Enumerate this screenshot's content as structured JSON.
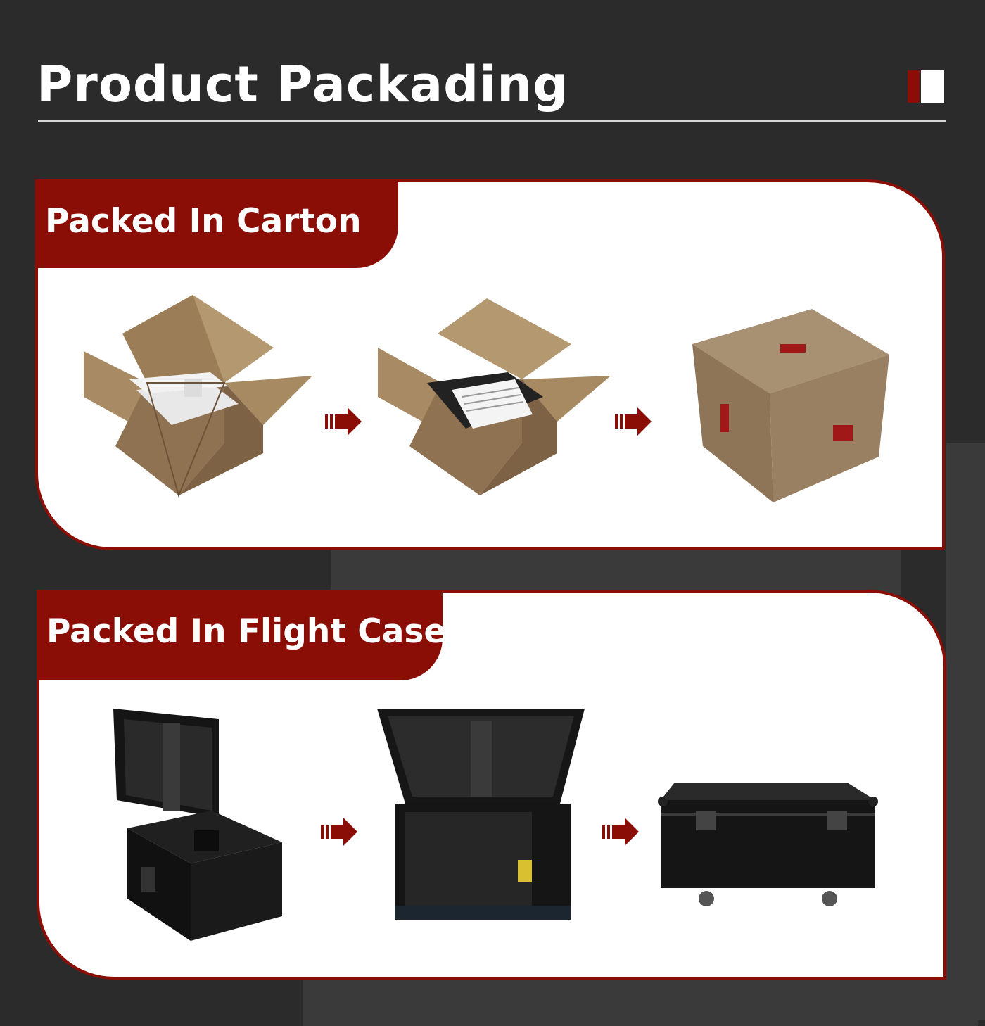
{
  "page": {
    "title": "Product Packading"
  },
  "colors": {
    "background": "#2b2b2b",
    "accent": "#8b0e06",
    "panel": "#ffffff",
    "text": "#ffffff"
  },
  "sections": [
    {
      "label": "Packed In Carton",
      "steps": [
        "open-carton-with-foam-insert",
        "carton-with-product-and-manual",
        "sealed-carton-in-bubble-wrap"
      ]
    },
    {
      "label": "Packed In Flight Case",
      "steps": [
        "open-flight-case-with-foam",
        "flight-case-with-product-loaded",
        "closed-flight-case-on-wheels"
      ]
    }
  ],
  "icons": {
    "step_arrow": "arrow-right-icon",
    "brand_mark": "brand-logo-icon"
  }
}
